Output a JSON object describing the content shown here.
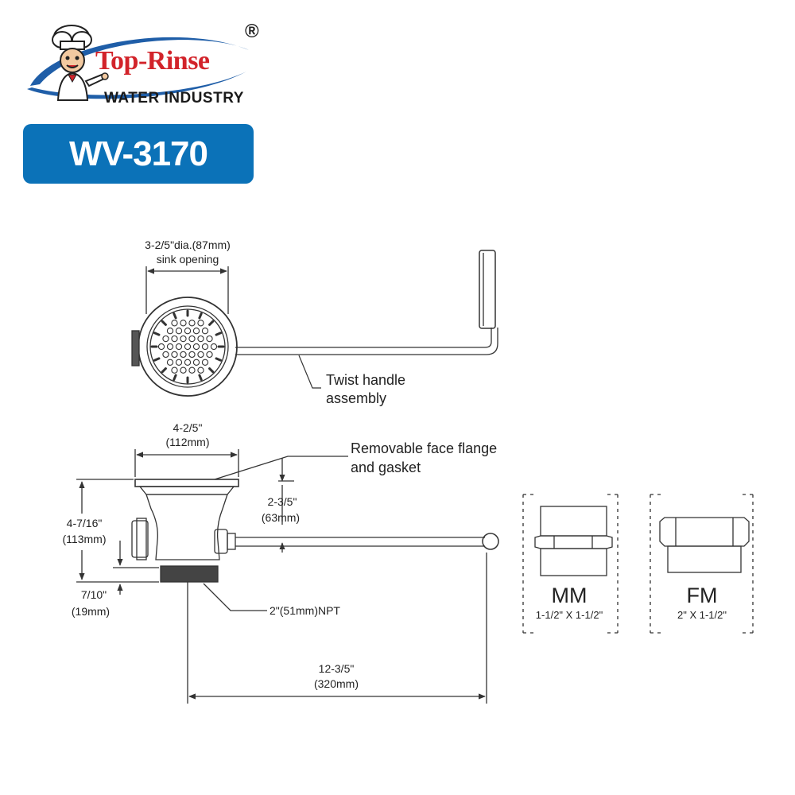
{
  "brand": {
    "name": "Top-Rinse",
    "registered_mark": "®",
    "subtitle": "WATER INDUSTRY"
  },
  "model": {
    "code": "WV-3170",
    "badge_color": "#0b72b8"
  },
  "colors": {
    "brand_red": "#d2232a",
    "brand_blue": "#1f5ea8",
    "line": "#333333"
  },
  "top_view": {
    "opening_dim_line1": "3-2/5\"dia.(87mm)",
    "opening_dim_line2": "sink opening",
    "handle_label_line1": "Twist  handle",
    "handle_label_line2": "assembly"
  },
  "side_view": {
    "flange_width_line1": "4-2/5\"",
    "flange_width_line2": "(112mm)",
    "flange_label_line1": "Removable face flange",
    "flange_label_line2": "and gasket",
    "handle_height_line1": "2-3/5\"",
    "handle_height_line2": "(63mm)",
    "body_height_line1": "4-7/16\"",
    "body_height_line2": "(113mm)",
    "thread_height_line1": "7/10\"",
    "thread_height_line2": "(19mm)",
    "thread_label": "2\"(51mm)NPT",
    "handle_length_line1": "12-3/5\"",
    "handle_length_line2": "(320mm)"
  },
  "adapters": [
    {
      "code": "MM",
      "size": "1-1/2\"  X  1-1/2\""
    },
    {
      "code": "FM",
      "size": "2\"  X  1-1/2\""
    }
  ]
}
